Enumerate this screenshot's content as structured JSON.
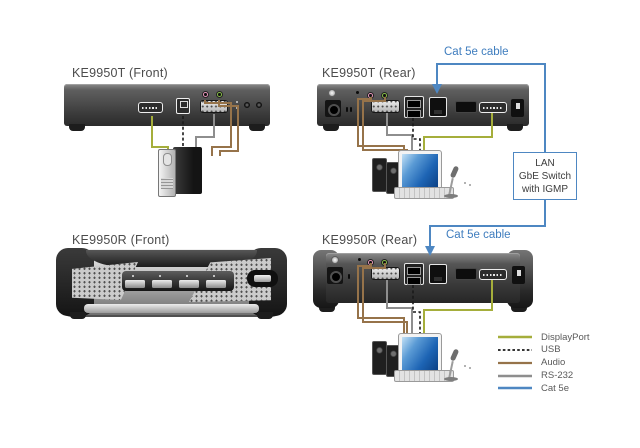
{
  "titles": {
    "t_front": "KE9950T (Front)",
    "t_rear": "KE9950T (Rear)",
    "r_front": "KE9950R (Front)",
    "r_rear": "KE9950R (Rear)"
  },
  "cables": {
    "top_label": "Cat 5e cable",
    "bottom_label": "Cat 5e cable"
  },
  "switch_box": {
    "line1": "LAN",
    "line2": "GbE Switch",
    "line3": "with IGMP"
  },
  "legend": {
    "items": [
      {
        "label": "DisplayPort",
        "color": "#a5ae3b"
      },
      {
        "label": "USB",
        "color": "#1a1a1a"
      },
      {
        "label": "Audio",
        "color": "#96734a"
      },
      {
        "label": "RS-232",
        "color": "#8e8e8e"
      },
      {
        "label": "Cat 5e",
        "color": "#4e87c2"
      }
    ]
  },
  "colors": {
    "displayport": "#a5ae3b",
    "usb": "#1a1a1a",
    "audio": "#96734a",
    "rs232": "#8e8e8e",
    "cat5e": "#4e87c2",
    "cable_label_text": "#3f7dbe",
    "switch_box_border": "#4e87c2",
    "title_text": "#4c4c4c"
  }
}
